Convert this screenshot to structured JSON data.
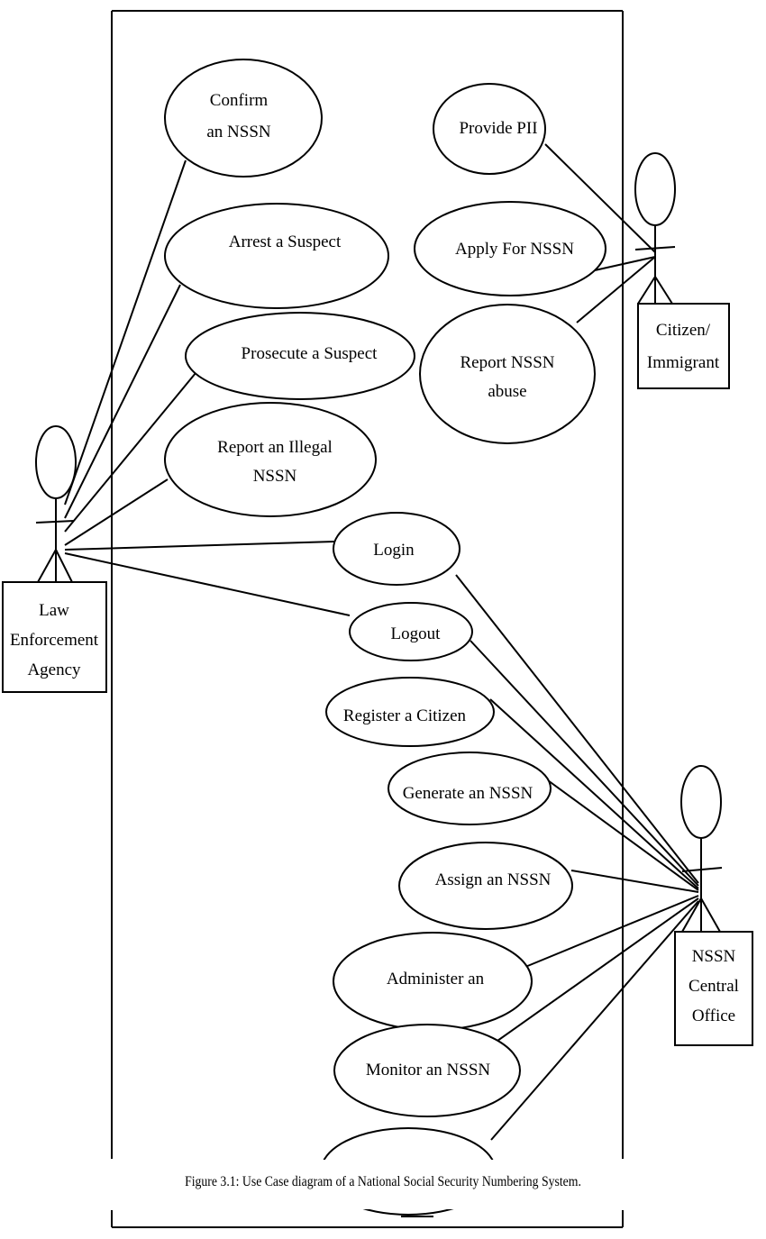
{
  "diagram": {
    "use_cases": {
      "confirm": [
        "Confirm",
        "an NSSN"
      ],
      "arrest": [
        "Arrest a Suspect"
      ],
      "prosecute": [
        "Prosecute a Suspect"
      ],
      "report_illegal": [
        "Report an Illegal",
        "NSSN"
      ],
      "provide_pii": [
        "Provide PII"
      ],
      "apply": [
        "Apply For NSSN"
      ],
      "report_abuse": [
        "Report NSSN",
        "abuse"
      ],
      "login": [
        "Login"
      ],
      "logout": [
        "Logout"
      ],
      "register": [
        "Register a Citizen"
      ],
      "generate": [
        "Generate an NSSN"
      ],
      "assign": [
        "Assign an NSSN"
      ],
      "administer": [
        "Administer an"
      ],
      "monitor": [
        "Monitor an NSSN"
      ]
    },
    "actors": {
      "law": [
        "Law",
        "Enforcement",
        "Agency"
      ],
      "citizen": [
        "Citizen/",
        "Immigrant"
      ],
      "central": [
        "NSSN",
        "Central",
        "Office"
      ]
    }
  },
  "caption": "Figure 3.1:  Use Case diagram of a National Social Security Numbering System."
}
